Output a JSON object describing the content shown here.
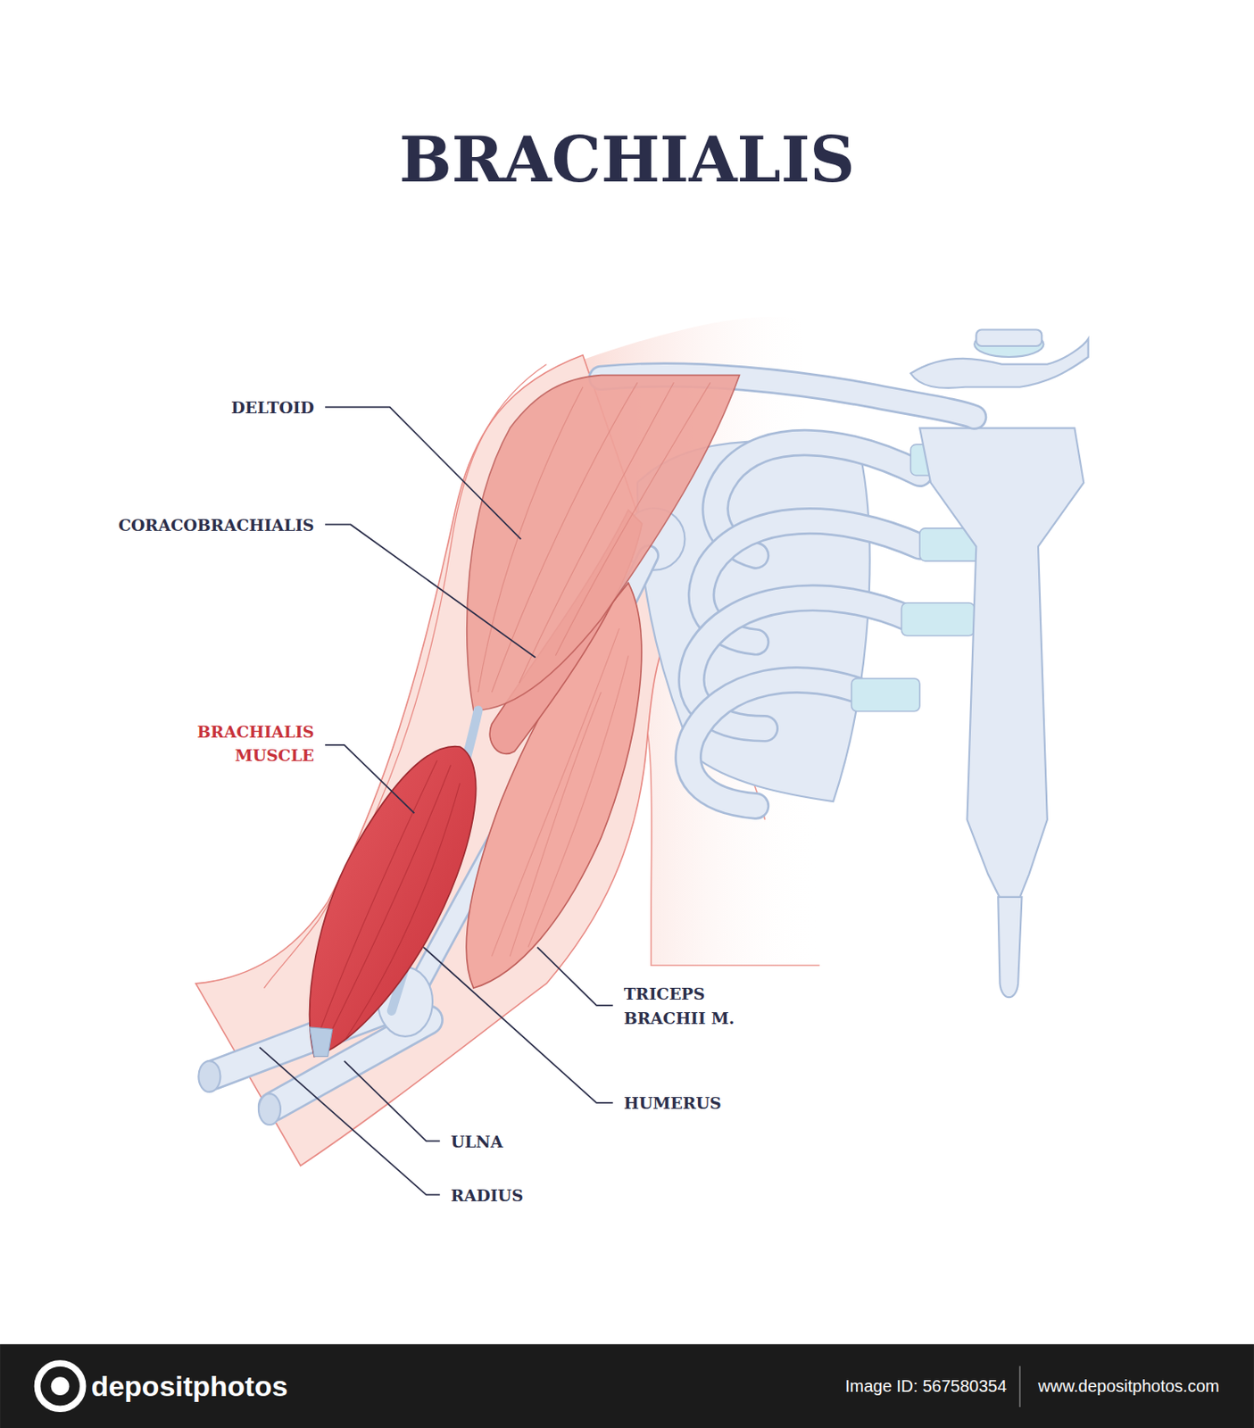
{
  "diagram": {
    "title": "BRACHIALIS",
    "labels": [
      "DELTOID",
      "CORACOBRACHIALIS",
      "BRACHIALIS MUSCLE",
      "TRICEPS BRACHII M.",
      "HUMERUS",
      "ULNA",
      "RADIUS",
      "depositphotos",
      "Image ID: 567580354",
      "www.depositphotos.com"
    ]
  }
}
